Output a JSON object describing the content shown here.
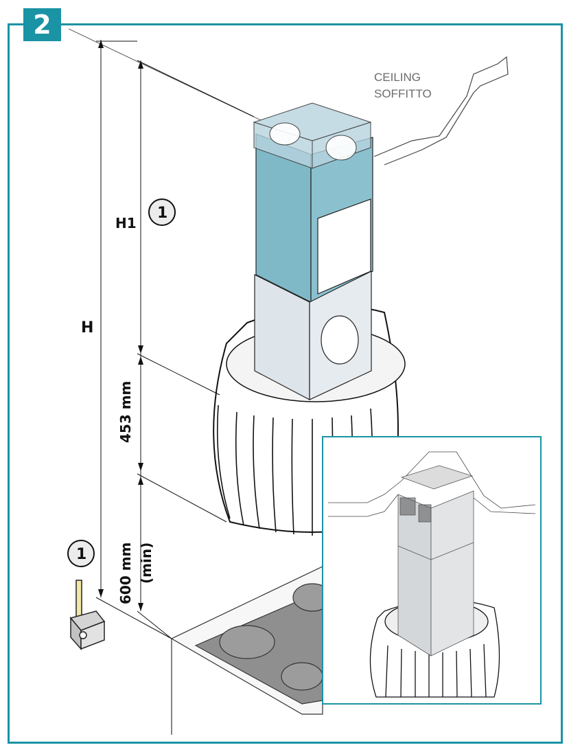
{
  "step": {
    "number": "2"
  },
  "ceiling": {
    "label_en": "CEILING",
    "label_it": "SOFFITTO"
  },
  "dimensions": {
    "total_height": "H",
    "chimney_height": "H1",
    "hood_height": "453 mm",
    "clearance_value": "600 mm",
    "clearance_note": "(min)"
  },
  "callouts": {
    "measuring_tool_ref": "1",
    "chimney_ref": "1"
  },
  "colors": {
    "accent": "#1a93a5",
    "chimney_blue": "#7fb9c8",
    "ceiling_box": "#b6d3df",
    "hood_panel": "#dde4ea"
  }
}
